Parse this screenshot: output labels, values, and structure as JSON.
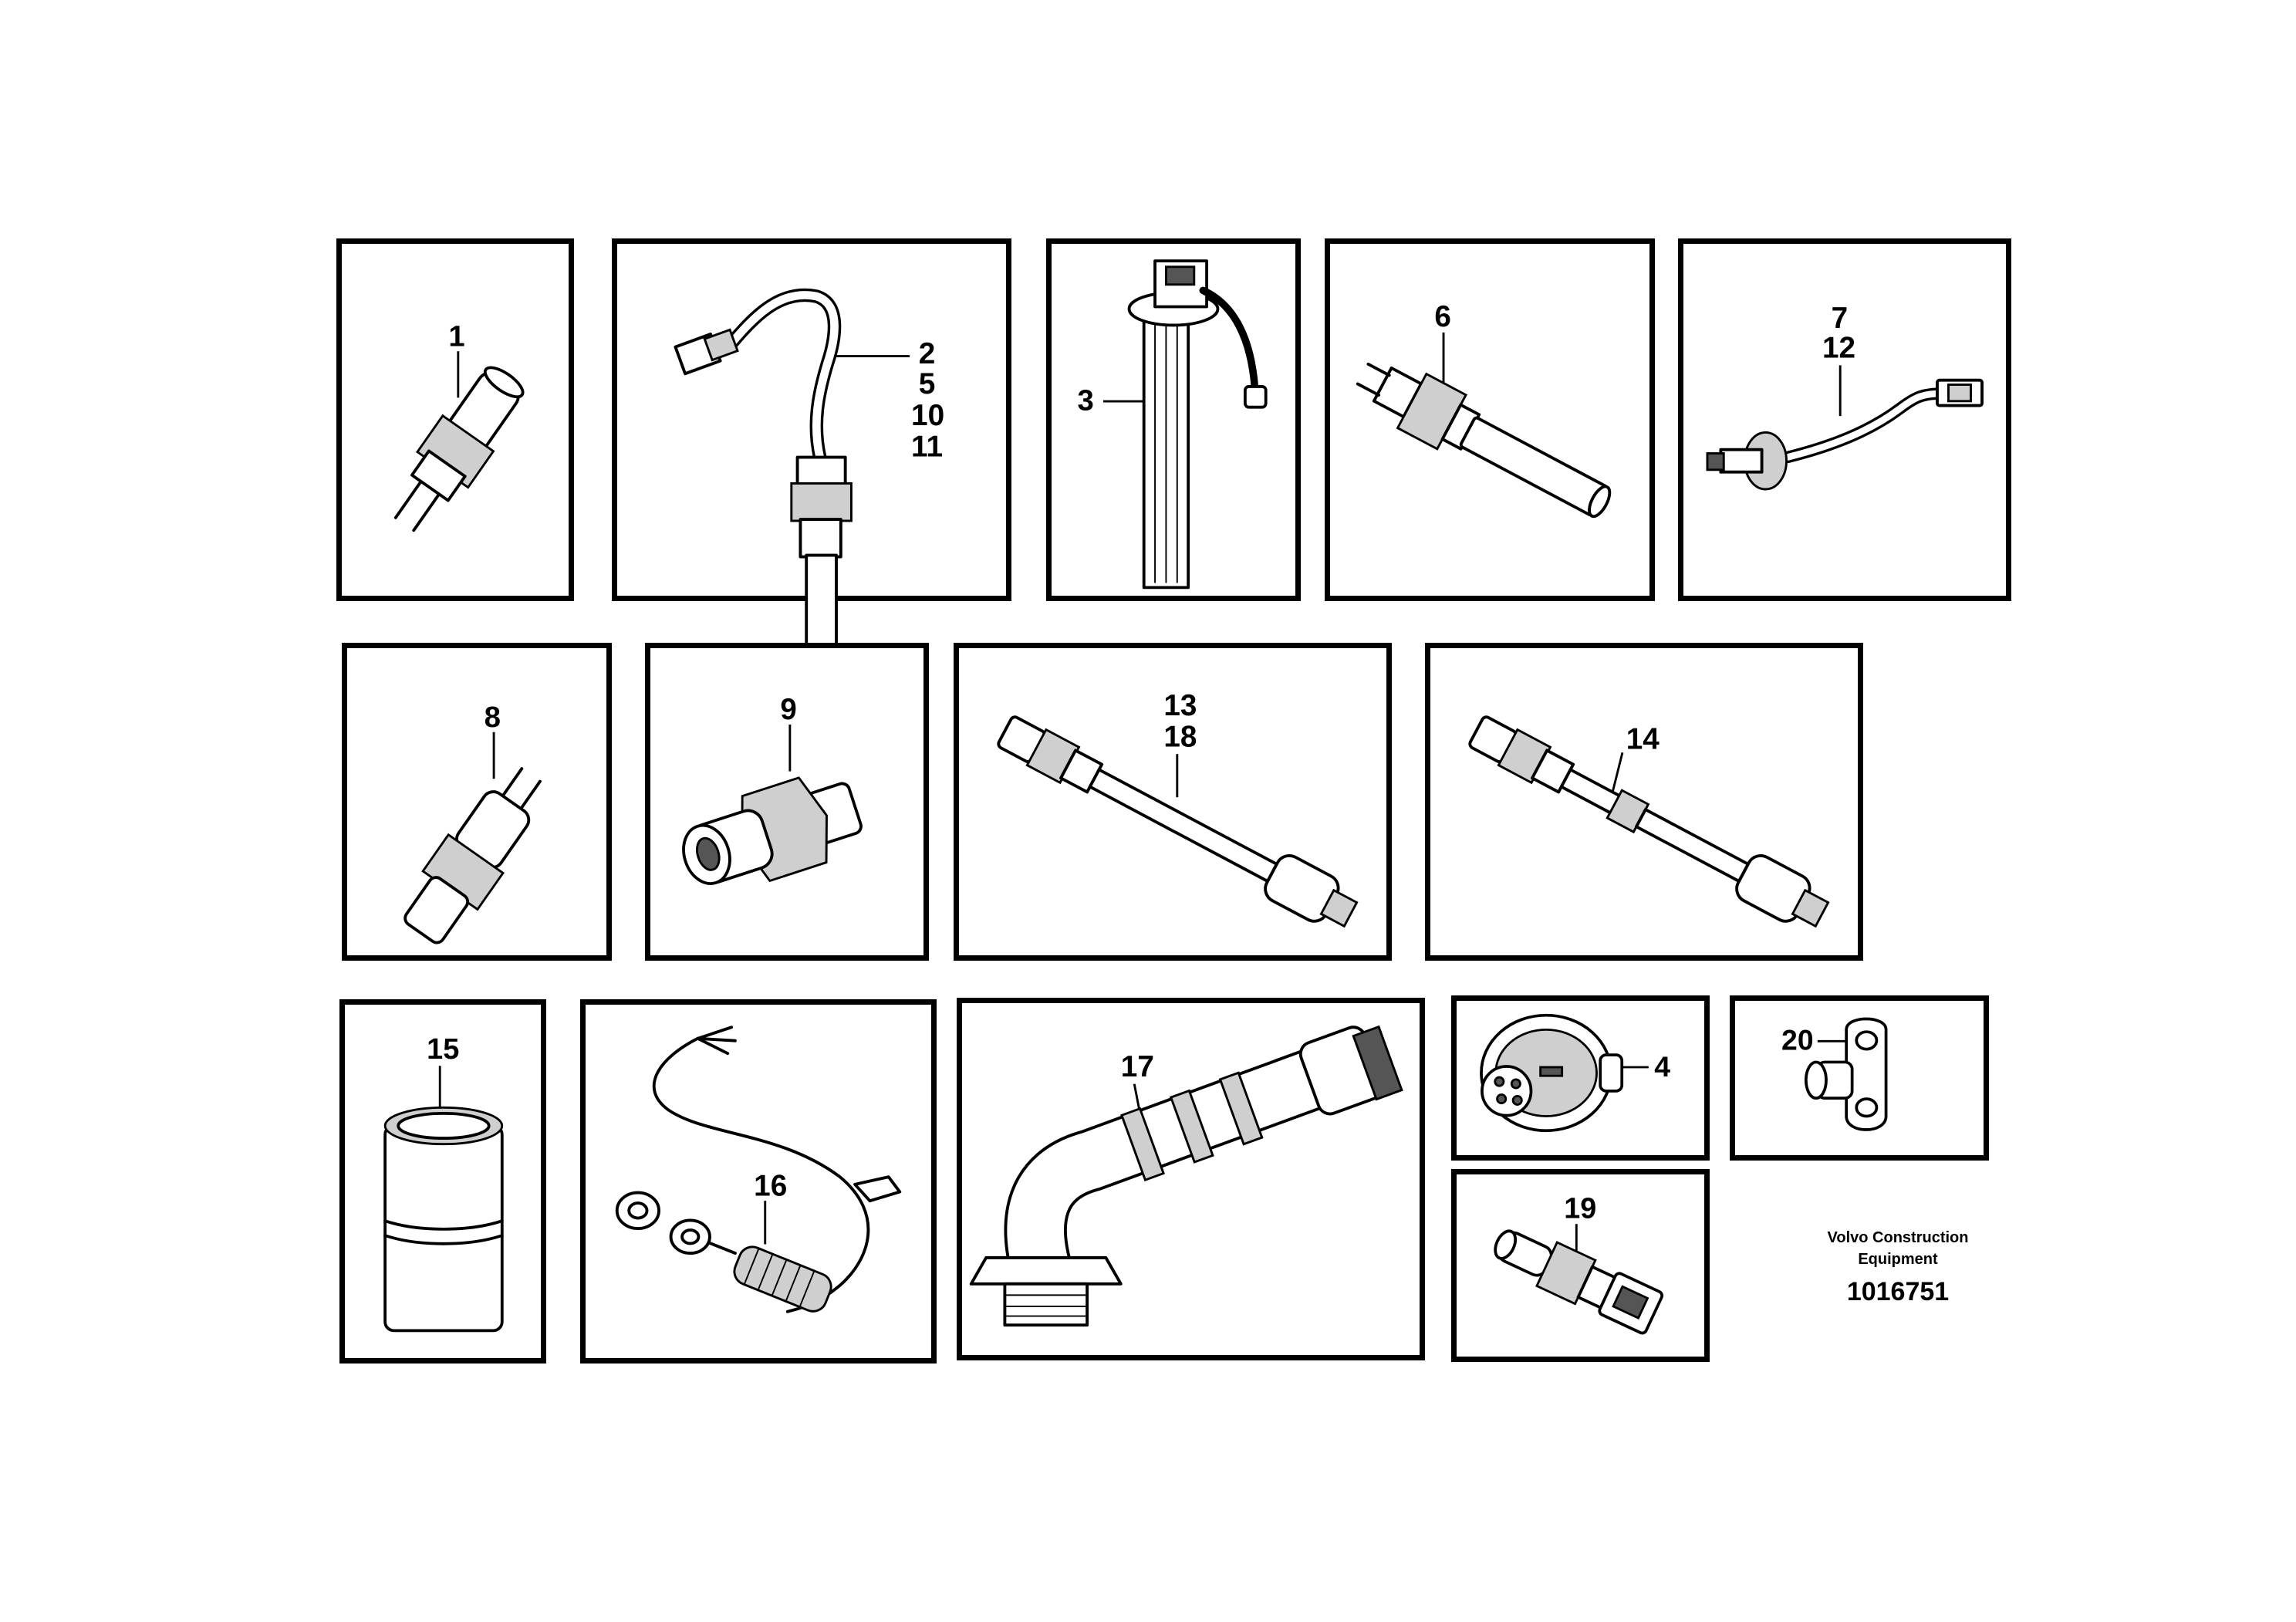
{
  "panels": [
    {
      "id": "p1",
      "labels": [
        "1"
      ]
    },
    {
      "id": "p2",
      "labels": [
        "2",
        "5",
        "10",
        "11"
      ]
    },
    {
      "id": "p3",
      "labels": [
        "3"
      ]
    },
    {
      "id": "p4",
      "labels": [
        "6"
      ]
    },
    {
      "id": "p5",
      "labels": [
        "7",
        "12"
      ]
    },
    {
      "id": "p6",
      "labels": [
        "8"
      ]
    },
    {
      "id": "p7",
      "labels": [
        "9"
      ]
    },
    {
      "id": "p8",
      "labels": [
        "13",
        "18"
      ]
    },
    {
      "id": "p9",
      "labels": [
        "14"
      ]
    },
    {
      "id": "p10",
      "labels": [
        "15"
      ]
    },
    {
      "id": "p11",
      "labels": [
        "16"
      ]
    },
    {
      "id": "p12",
      "labels": [
        "17"
      ]
    },
    {
      "id": "p13",
      "labels": [
        "4"
      ]
    },
    {
      "id": "p14",
      "labels": [
        "20"
      ]
    },
    {
      "id": "p15",
      "labels": [
        "19"
      ]
    }
  ],
  "footer": {
    "brand_line1": "Volvo Construction",
    "brand_line2": "Equipment",
    "figure_number": "1016751"
  }
}
